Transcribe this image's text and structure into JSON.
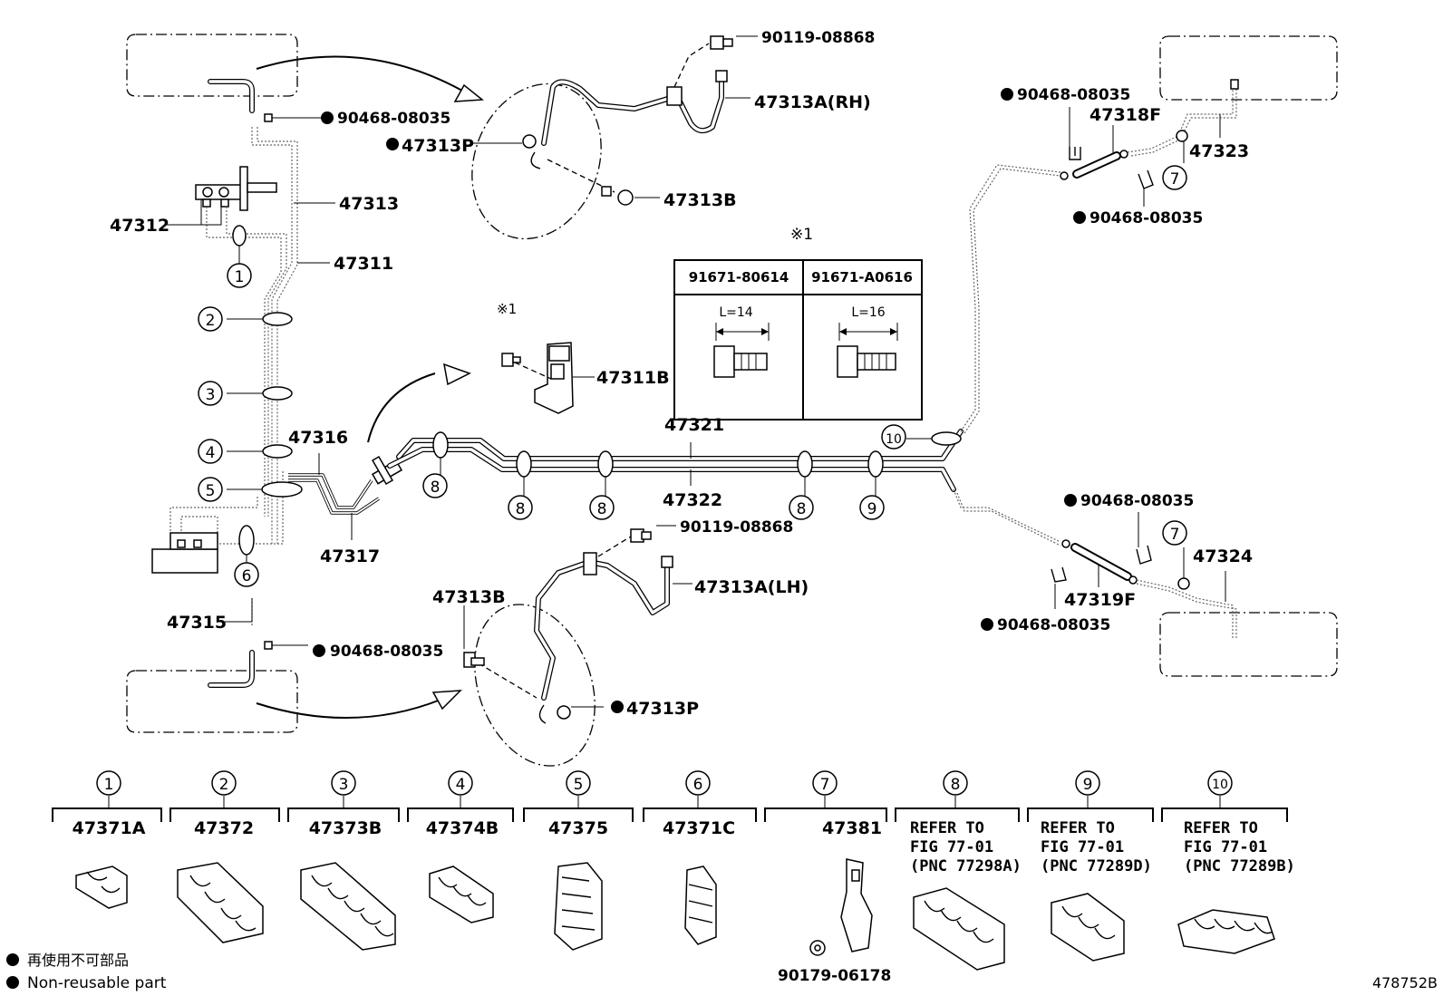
{
  "figure_number": "478752B",
  "legend": {
    "jp": "再使用不可部品",
    "en": "Non-reusable part"
  },
  "note_mark": "※1",
  "bolt_table": {
    "columns": [
      {
        "part": "91671-80614",
        "length": "L=14"
      },
      {
        "part": "91671-A0616",
        "length": "L=16"
      }
    ]
  },
  "callouts": {
    "p_47312": "47312",
    "p_47313": "47313",
    "p_47311": "47311",
    "p_47316": "47316",
    "p_47317": "47317",
    "p_47315": "47315",
    "p_47321": "47321",
    "p_47322": "47322",
    "p_47313a_rh": "47313A(RH)",
    "p_47313a_lh": "47313A(LH)",
    "p_47313b_top": "47313B",
    "p_47313b_bot": "47313B",
    "p_47313p_top": "47313P",
    "p_47313p_bot": "47313P",
    "p_47311b": "47311B",
    "p_47318f": "47318F",
    "p_47323": "47323",
    "p_47319f": "47319F",
    "p_47324": "47324",
    "p_90119_top": "90119-08868",
    "p_90119_bot": "90119-08868",
    "p_90468_a": "90468-08035",
    "p_90468_b": "90468-08035",
    "p_90468_c": "90468-08035",
    "p_90468_d": "90468-08035",
    "p_90468_e": "90468-08035",
    "p_90468_f": "90468-08035",
    "p_90179": "90179-06178"
  },
  "clamp_numbers": [
    "1",
    "2",
    "3",
    "4",
    "5",
    "6",
    "7",
    "8",
    "9",
    "10"
  ],
  "clamp_parts": [
    {
      "num": "1",
      "part": "47371A"
    },
    {
      "num": "2",
      "part": "47372"
    },
    {
      "num": "3",
      "part": "47373B"
    },
    {
      "num": "4",
      "part": "47374B"
    },
    {
      "num": "5",
      "part": "47375"
    },
    {
      "num": "6",
      "part": "47371C"
    },
    {
      "num": "7",
      "part": "47381"
    },
    {
      "num": "8",
      "refer": [
        "REFER TO",
        "FIG 77-01",
        "(PNC 77298A)"
      ]
    },
    {
      "num": "9",
      "refer": [
        "REFER TO",
        "FIG 77-01",
        "(PNC 77289D)"
      ]
    },
    {
      "num": "10",
      "refer": [
        "REFER TO",
        "FIG 77-01",
        "(PNC 77289B)"
      ]
    }
  ]
}
